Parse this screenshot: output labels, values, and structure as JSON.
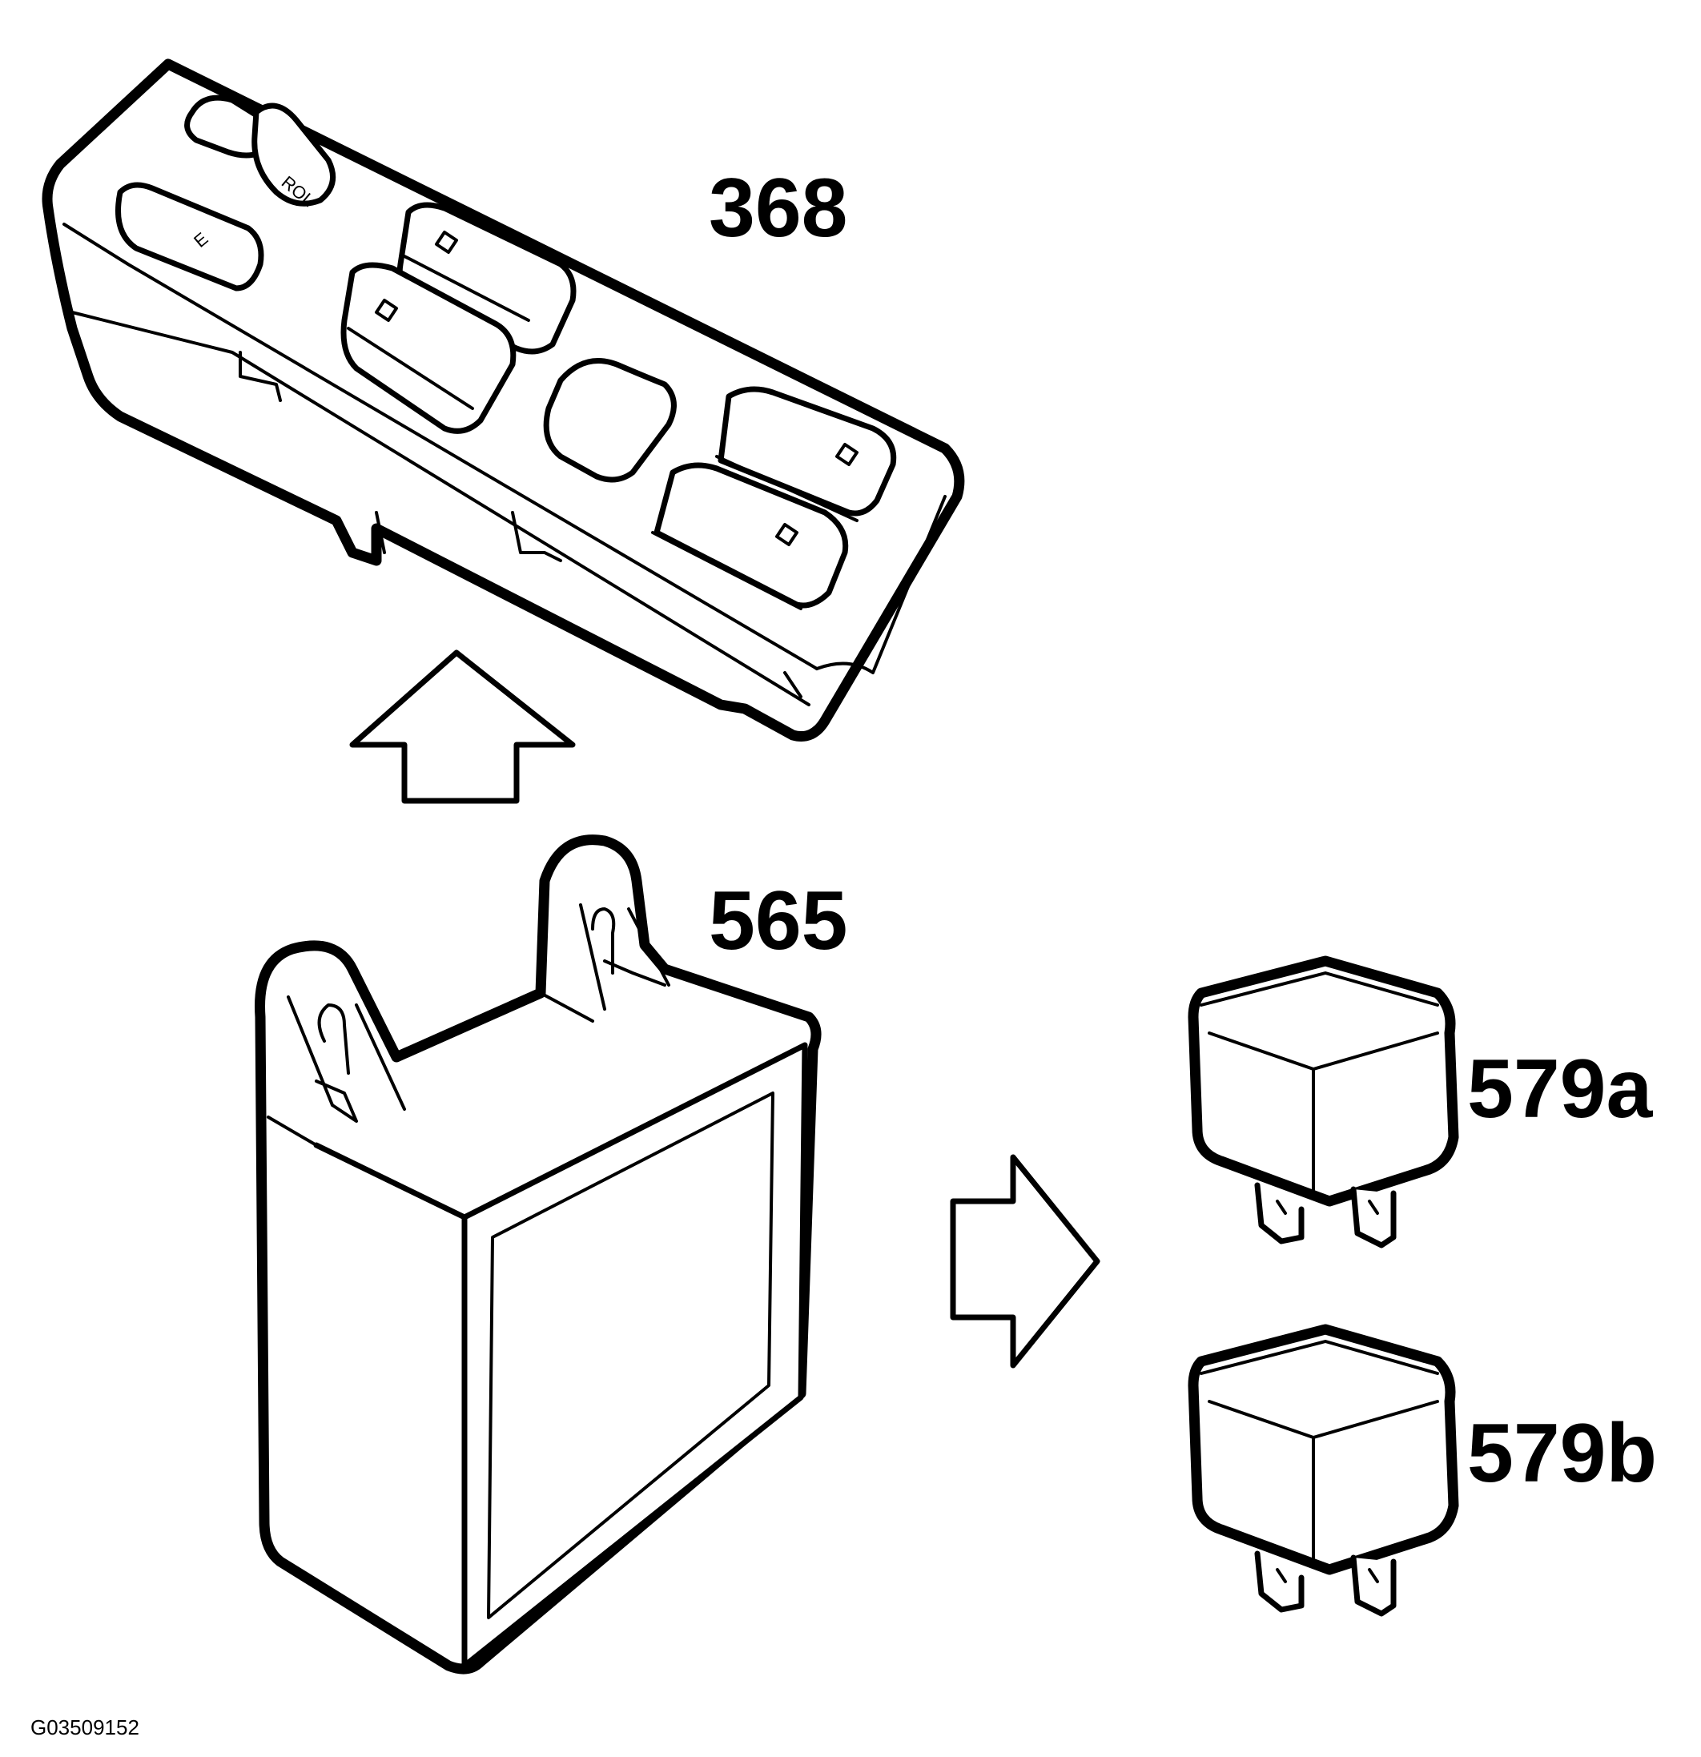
{
  "figure_id": "G03509152",
  "callouts": {
    "switch_panel": "368",
    "control_module": "565",
    "relay_a": "579a",
    "relay_b": "579b"
  },
  "arrows": {
    "up_arrow": "arrow-up-icon",
    "right_arrow": "arrow-right-icon"
  },
  "colors": {
    "line": "#000000",
    "background": "#ffffff"
  }
}
